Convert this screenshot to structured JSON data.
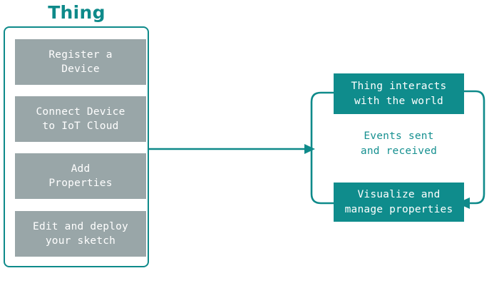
{
  "diagram": {
    "title": "Thing",
    "colors": {
      "teal": "#0e8a8a",
      "teal_box": "#0f8c8c",
      "gray_box": "#99a6a8",
      "background": "#ffffff",
      "box_text": "#ffffff",
      "caption_text": "#169090"
    }
  },
  "thing": {
    "title": "Thing",
    "steps": [
      {
        "label": "Register a\nDevice"
      },
      {
        "label": "Connect Device\nto IoT Cloud"
      },
      {
        "label": "Add\nProperties"
      },
      {
        "label": "Edit and deploy\nyour sketch"
      }
    ]
  },
  "flow": {
    "arrow_label": ""
  },
  "cycle": {
    "top_box": "Thing interacts\nwith the world",
    "caption": "Events sent\nand received",
    "bottom_box": "Visualize and\nmanage properties"
  }
}
